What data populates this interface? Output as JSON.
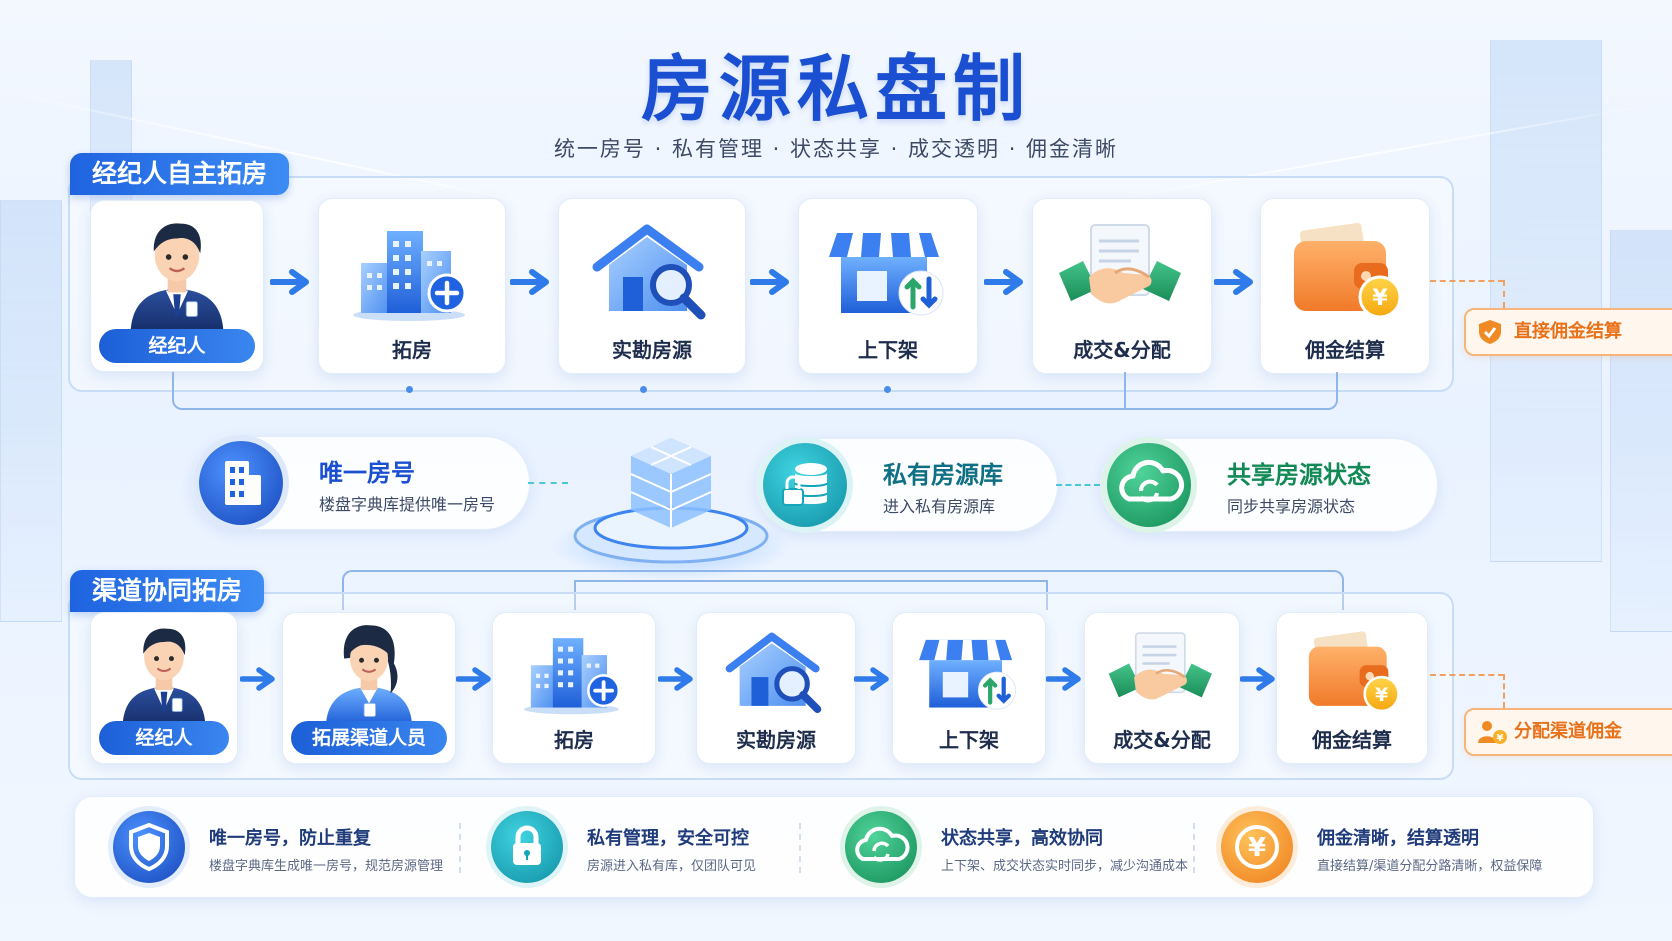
{
  "title": "房源私盘制",
  "subtitle": "统一房号 · 私有管理 · 状态共享 · 成交透明 · 佣金清晰",
  "top_section": {
    "label": "经纪人自主拓房",
    "steps": [
      {
        "label": "经纪人",
        "icon": "agent-man-icon"
      },
      {
        "label": "拓房",
        "icon": "building-plus-icon"
      },
      {
        "label": "实勘房源",
        "icon": "house-search-icon"
      },
      {
        "label": "上下架",
        "icon": "store-updown-icon"
      },
      {
        "label": "成交&分配",
        "icon": "handshake-icon"
      },
      {
        "label": "佣金结算",
        "icon": "wallet-yuan-icon"
      }
    ],
    "badge": "直接佣金结算"
  },
  "center": {
    "features": [
      {
        "title": "唯一房号",
        "desc": "楼盘字典库提供唯一房号",
        "icon": "building-icon",
        "color": "#1f63e0"
      },
      {
        "title": "私有房源库",
        "desc": "进入私有房源库",
        "icon": "database-lock-icon",
        "color": "#14a6b8"
      },
      {
        "title": "共享房源状态",
        "desc": "同步共享房源状态",
        "icon": "cloud-sync-icon",
        "color": "#1ea86a"
      }
    ]
  },
  "bottom_section": {
    "label": "渠道协同拓房",
    "steps": [
      {
        "label": "经纪人",
        "icon": "agent-man-icon"
      },
      {
        "label": "拓展渠道人员",
        "icon": "agent-woman-icon"
      },
      {
        "label": "拓房",
        "icon": "building-plus-icon"
      },
      {
        "label": "实勘房源",
        "icon": "house-search-icon"
      },
      {
        "label": "上下架",
        "icon": "store-updown-icon"
      },
      {
        "label": "成交&分配",
        "icon": "handshake-icon"
      },
      {
        "label": "佣金结算",
        "icon": "wallet-yuan-icon"
      }
    ],
    "badge": "分配渠道佣金"
  },
  "benefits": [
    {
      "title": "唯一房号，防止重复",
      "desc": "楼盘字典库生成唯一房号，规范房源管理",
      "icon": "shield-icon",
      "color": "#1f63e0"
    },
    {
      "title": "私有管理，安全可控",
      "desc": "房源进入私有库，仅团队可见",
      "icon": "lock-icon",
      "color": "#14a6b8"
    },
    {
      "title": "状态共享，高效协同",
      "desc": "上下架、成交状态实时同步，减少沟通成本",
      "icon": "cloud-sync-icon",
      "color": "#1ea86a"
    },
    {
      "title": "佣金清晰，结算透明",
      "desc": "直接结算/渠道分配分路清晰，权益保障",
      "icon": "yuan-coin-icon",
      "color": "#f08a24"
    }
  ]
}
